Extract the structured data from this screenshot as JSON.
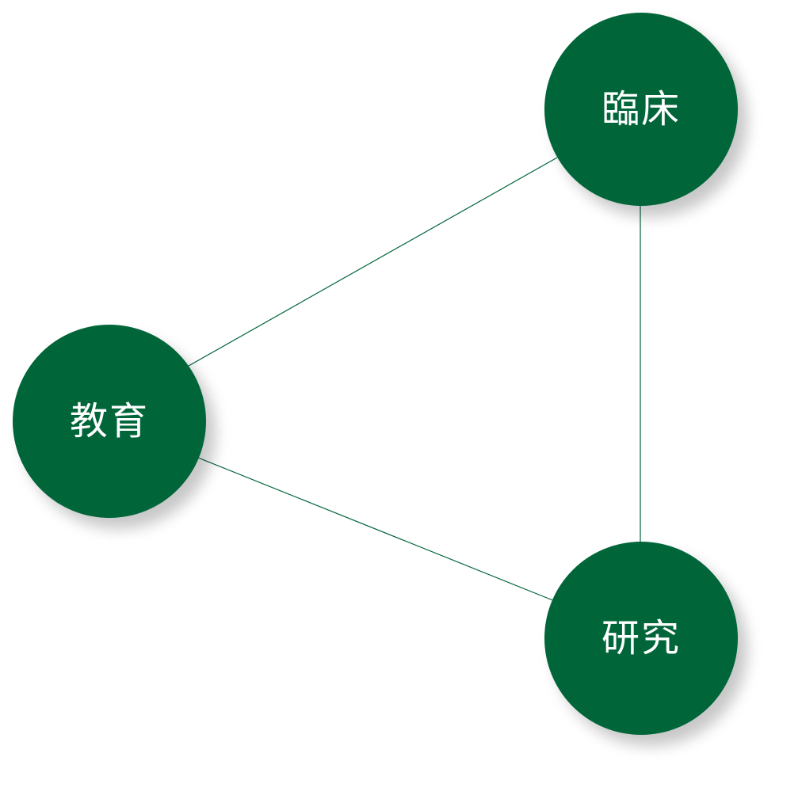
{
  "colors": {
    "node_fill": "#01653a",
    "node_text": "#ffffff",
    "link_stroke": "#01653a",
    "background": "#ffffff"
  },
  "nodes": {
    "rinsho": {
      "label": "臨床"
    },
    "kyoiku": {
      "label": "教育"
    },
    "kenkyu": {
      "label": "研究"
    }
  },
  "links": [
    {
      "from": "rinsho",
      "to": "kyoiku"
    },
    {
      "from": "rinsho",
      "to": "kenkyu"
    },
    {
      "from": "kyoiku",
      "to": "kenkyu"
    }
  ]
}
